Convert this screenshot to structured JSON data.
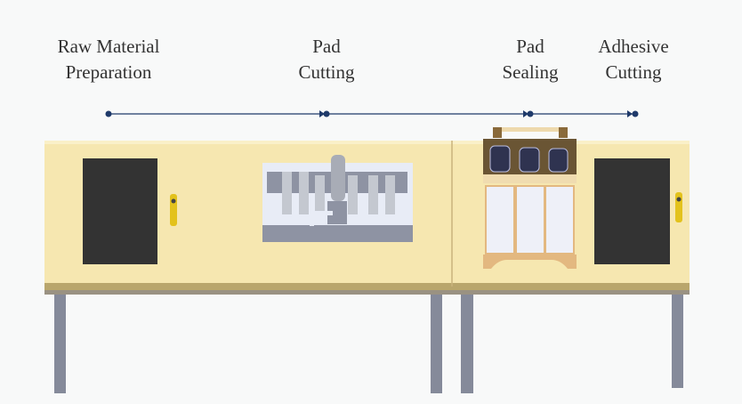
{
  "stages": [
    {
      "line1": "Raw Material",
      "line2": "Preparation"
    },
    {
      "line1": "Pad",
      "line2": "Cutting"
    },
    {
      "line1": "Pad",
      "line2": "Sealing"
    },
    {
      "line1": "Adhesive",
      "line2": "Cutting"
    }
  ],
  "colors": {
    "cabinet": "#f6e7b0",
    "panel": "#333333",
    "leg": "#858a9a",
    "timeline": "#1f3a6a"
  }
}
